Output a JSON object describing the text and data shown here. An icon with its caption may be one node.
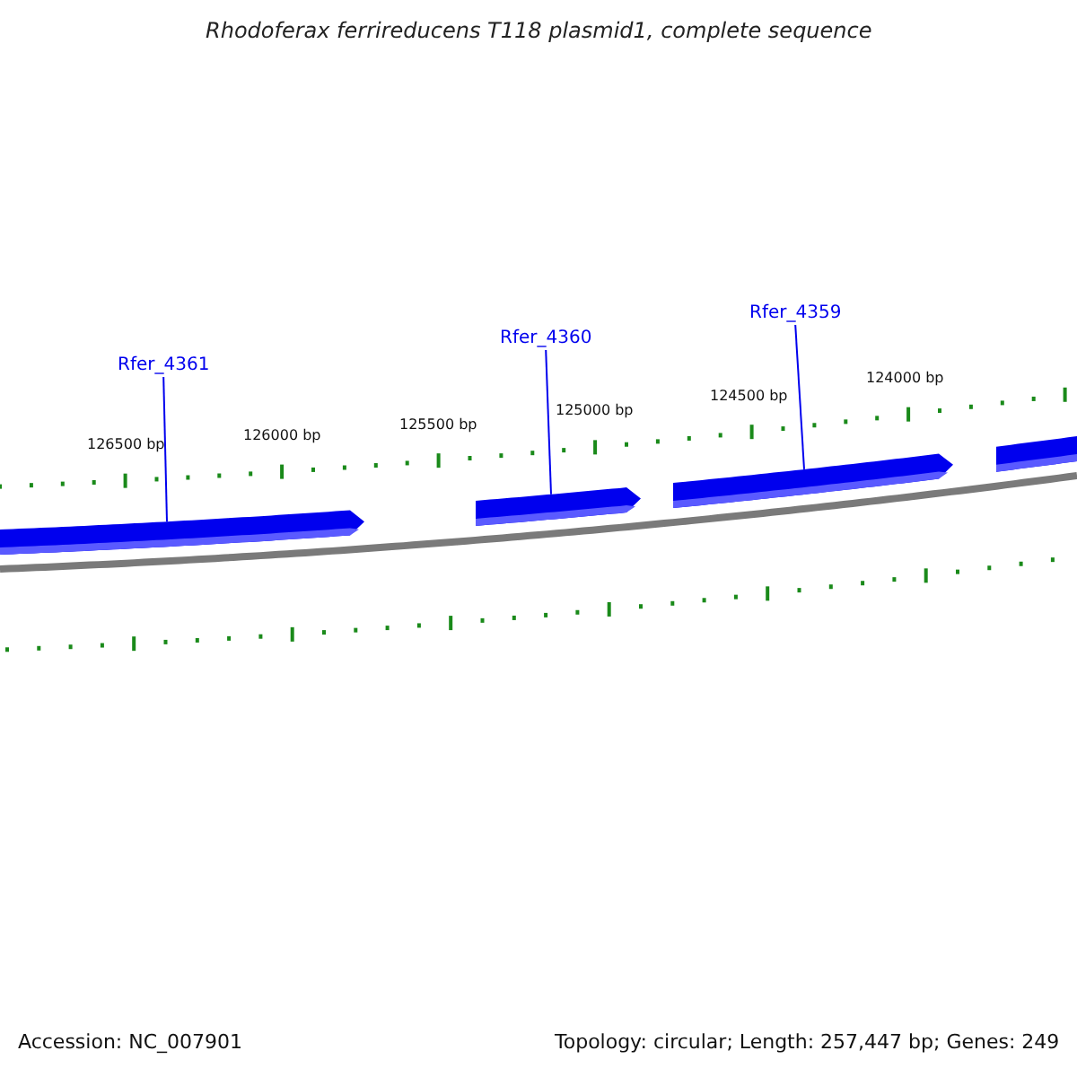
{
  "diagram": {
    "title": "Rhodoferax ferrireducens T118 plasmid1, complete sequence",
    "nodes": [
      {
        "text": [
          "Rfer_4361"
        ]
      },
      {
        "text": [
          "Rfer_4360"
        ]
      },
      {
        "text": [
          "Rfer_4359"
        ]
      },
      {
        "text": [],
        "shape": "arrow"
      },
      {
        "text": [],
        "shape": "arrow"
      },
      {
        "text": [],
        "shape": "arrow"
      },
      {
        "text": [],
        "shape": "arrow"
      }
    ],
    "edges": [
      {
        "from": 0,
        "to": 3,
        "arrow": "none"
      },
      {
        "from": 1,
        "to": 4,
        "arrow": "none"
      },
      {
        "from": 2,
        "to": 5,
        "arrow": "none"
      }
    ],
    "labels": [
      "126500 bp",
      "126000 bp",
      "125500 bp",
      "125000 bp",
      "124500 bp",
      "124000 bp",
      "Accession: NC_007901",
      "Topology: circular; Length: 257,447 bp; Genes: 249"
    ]
  }
}
